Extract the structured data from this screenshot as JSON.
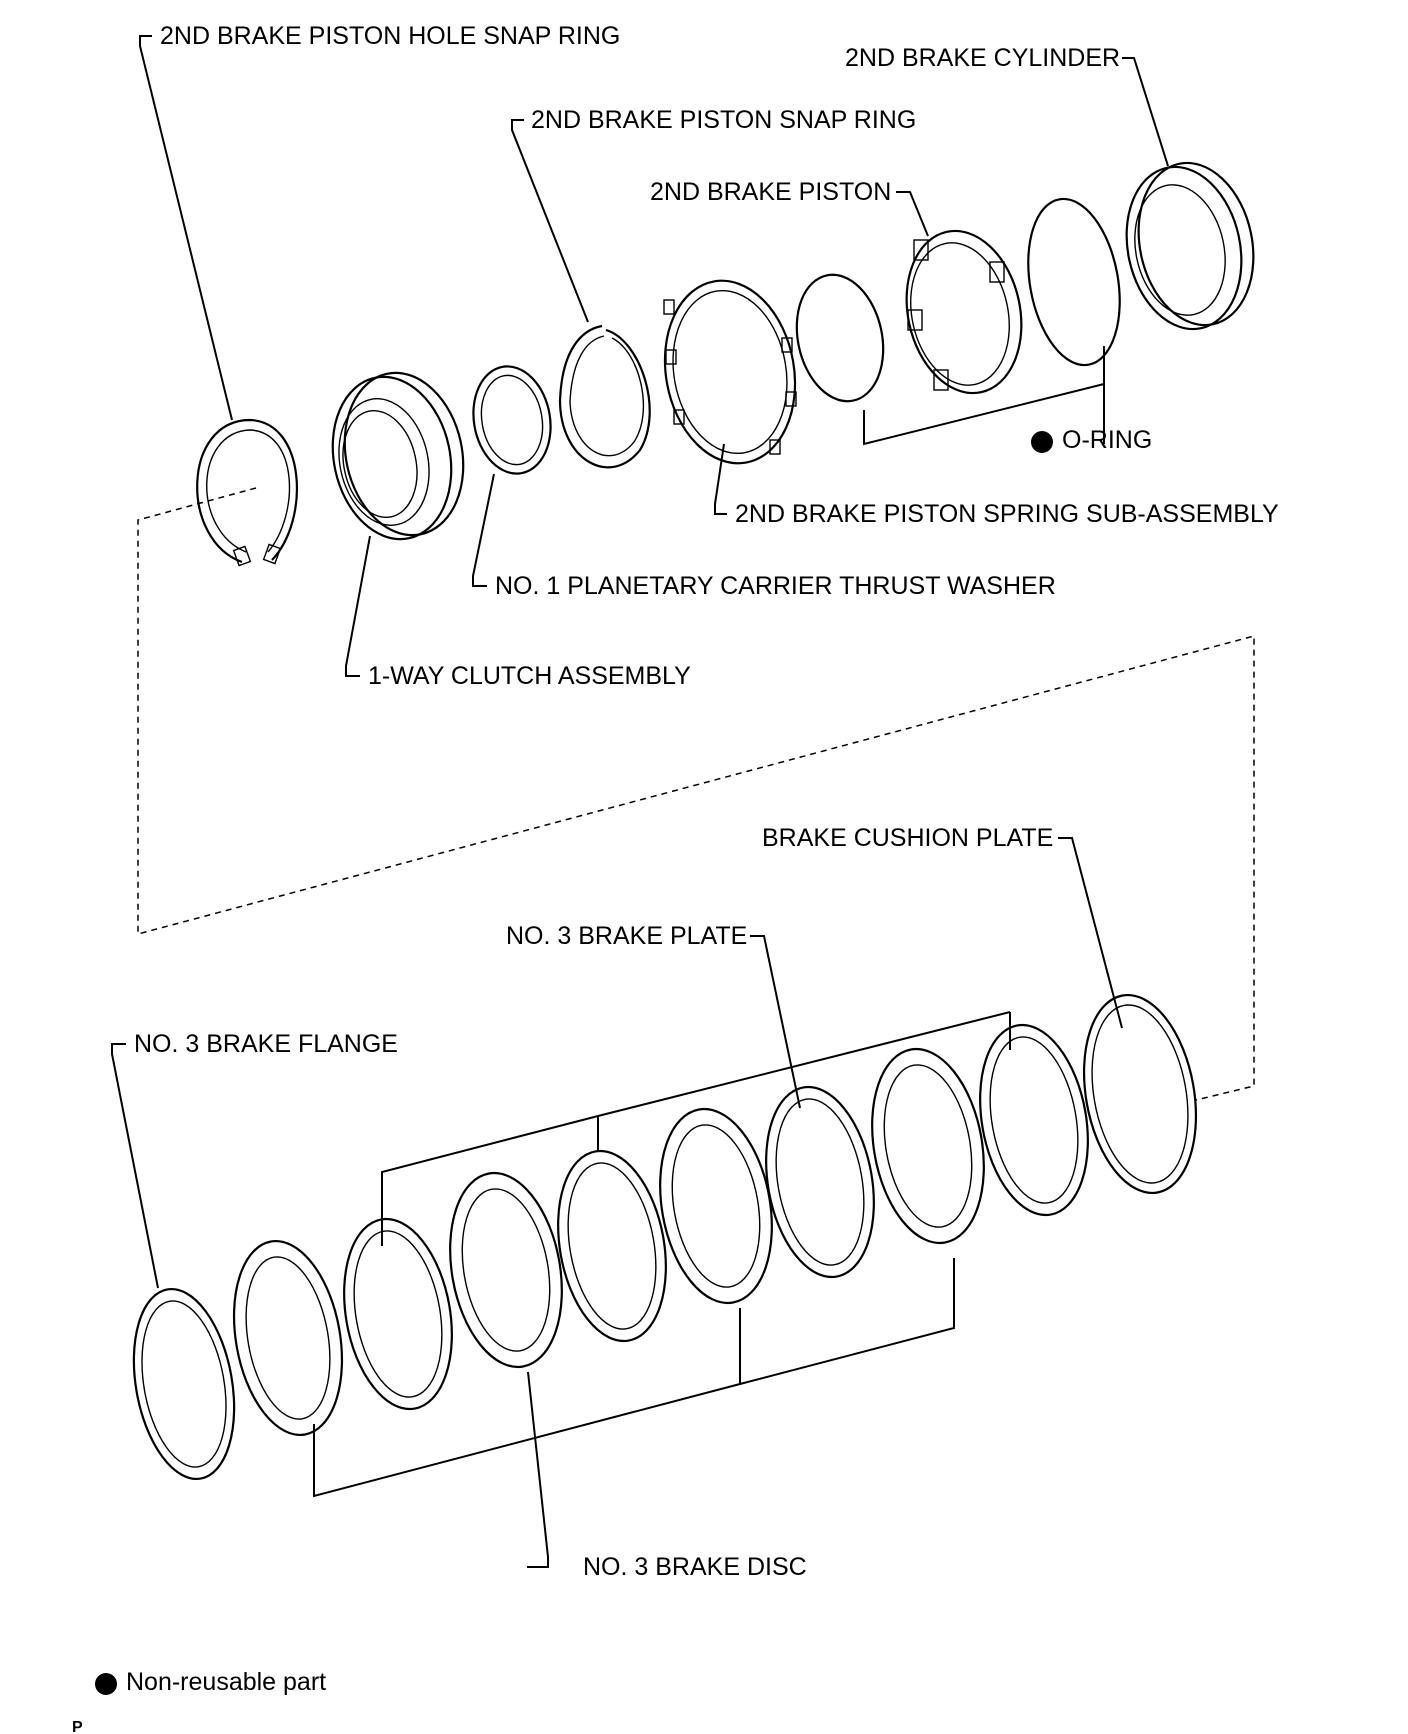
{
  "labels": {
    "hole_snap_ring": "2ND BRAKE PISTON HOLE SNAP RING",
    "cylinder": "2ND BRAKE CYLINDER",
    "piston_snap_ring": "2ND BRAKE PISTON SNAP RING",
    "piston": "2ND BRAKE PISTON",
    "o_ring": "O-RING",
    "spring_sub_assembly": "2ND BRAKE PISTON SPRING SUB-ASSEMBLY",
    "thrust_washer": "NO. 1 PLANETARY CARRIER THRUST WASHER",
    "one_way_clutch": "1-WAY CLUTCH ASSEMBLY",
    "cushion_plate": "BRAKE CUSHION PLATE",
    "brake_plate": "NO. 3 BRAKE PLATE",
    "brake_flange": "NO. 3 BRAKE FLANGE",
    "brake_disc": "NO. 3 BRAKE DISC"
  },
  "legend": {
    "non_reusable": "Non-reusable part"
  },
  "corner_mark": "P",
  "icons": {
    "non_reusable_marker": "filled-circle"
  }
}
